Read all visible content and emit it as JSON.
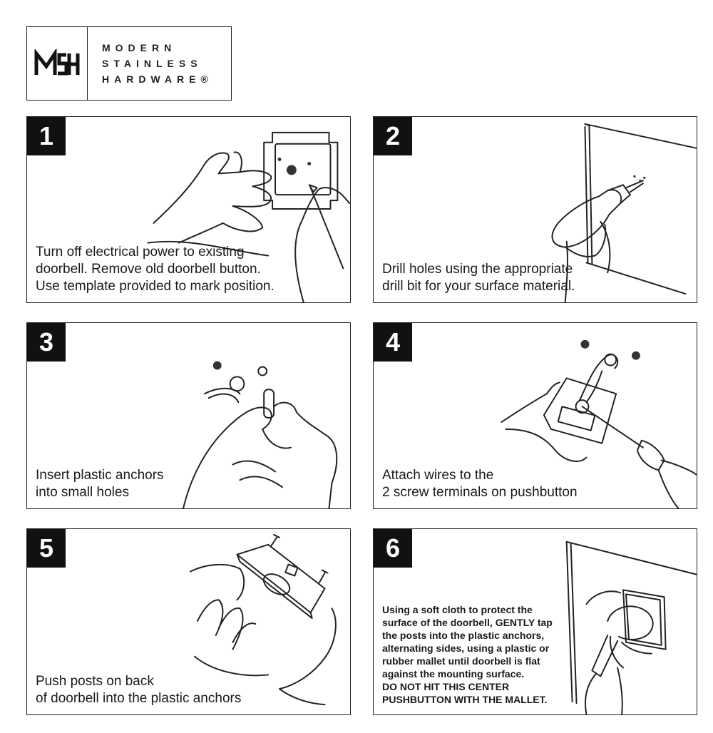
{
  "logo": {
    "mark": "MSH",
    "lines": [
      "MODERN",
      "STAINLESS",
      "HARDWARE®"
    ]
  },
  "steps": [
    {
      "number": "1",
      "lines": [
        "Turn off electrical power to existing",
        "doorbell. Remove old doorbell button.",
        "Use template provided to mark position."
      ]
    },
    {
      "number": "2",
      "lines": [
        "Drill holes using the appropriate",
        "drill bit for your surface material."
      ]
    },
    {
      "number": "3",
      "lines": [
        "Insert plastic anchors",
        "into small holes"
      ]
    },
    {
      "number": "4",
      "lines": [
        "Attach wires to the",
        "2 screw terminals on pushbutton"
      ]
    },
    {
      "number": "5",
      "lines": [
        "Push posts on back",
        "of doorbell into the plastic anchors"
      ]
    },
    {
      "number": "6",
      "lines": [
        "Using a soft cloth to protect the",
        "surface of the doorbell, GENTLY tap",
        "the posts into the plastic anchors,",
        "alternating sides, using a plastic or",
        "rubber mallet until doorbell is flat",
        "against the mounting surface.",
        "DO NOT HIT THIS CENTER",
        "PUSHBUTTON WITH THE MALLET."
      ]
    }
  ]
}
